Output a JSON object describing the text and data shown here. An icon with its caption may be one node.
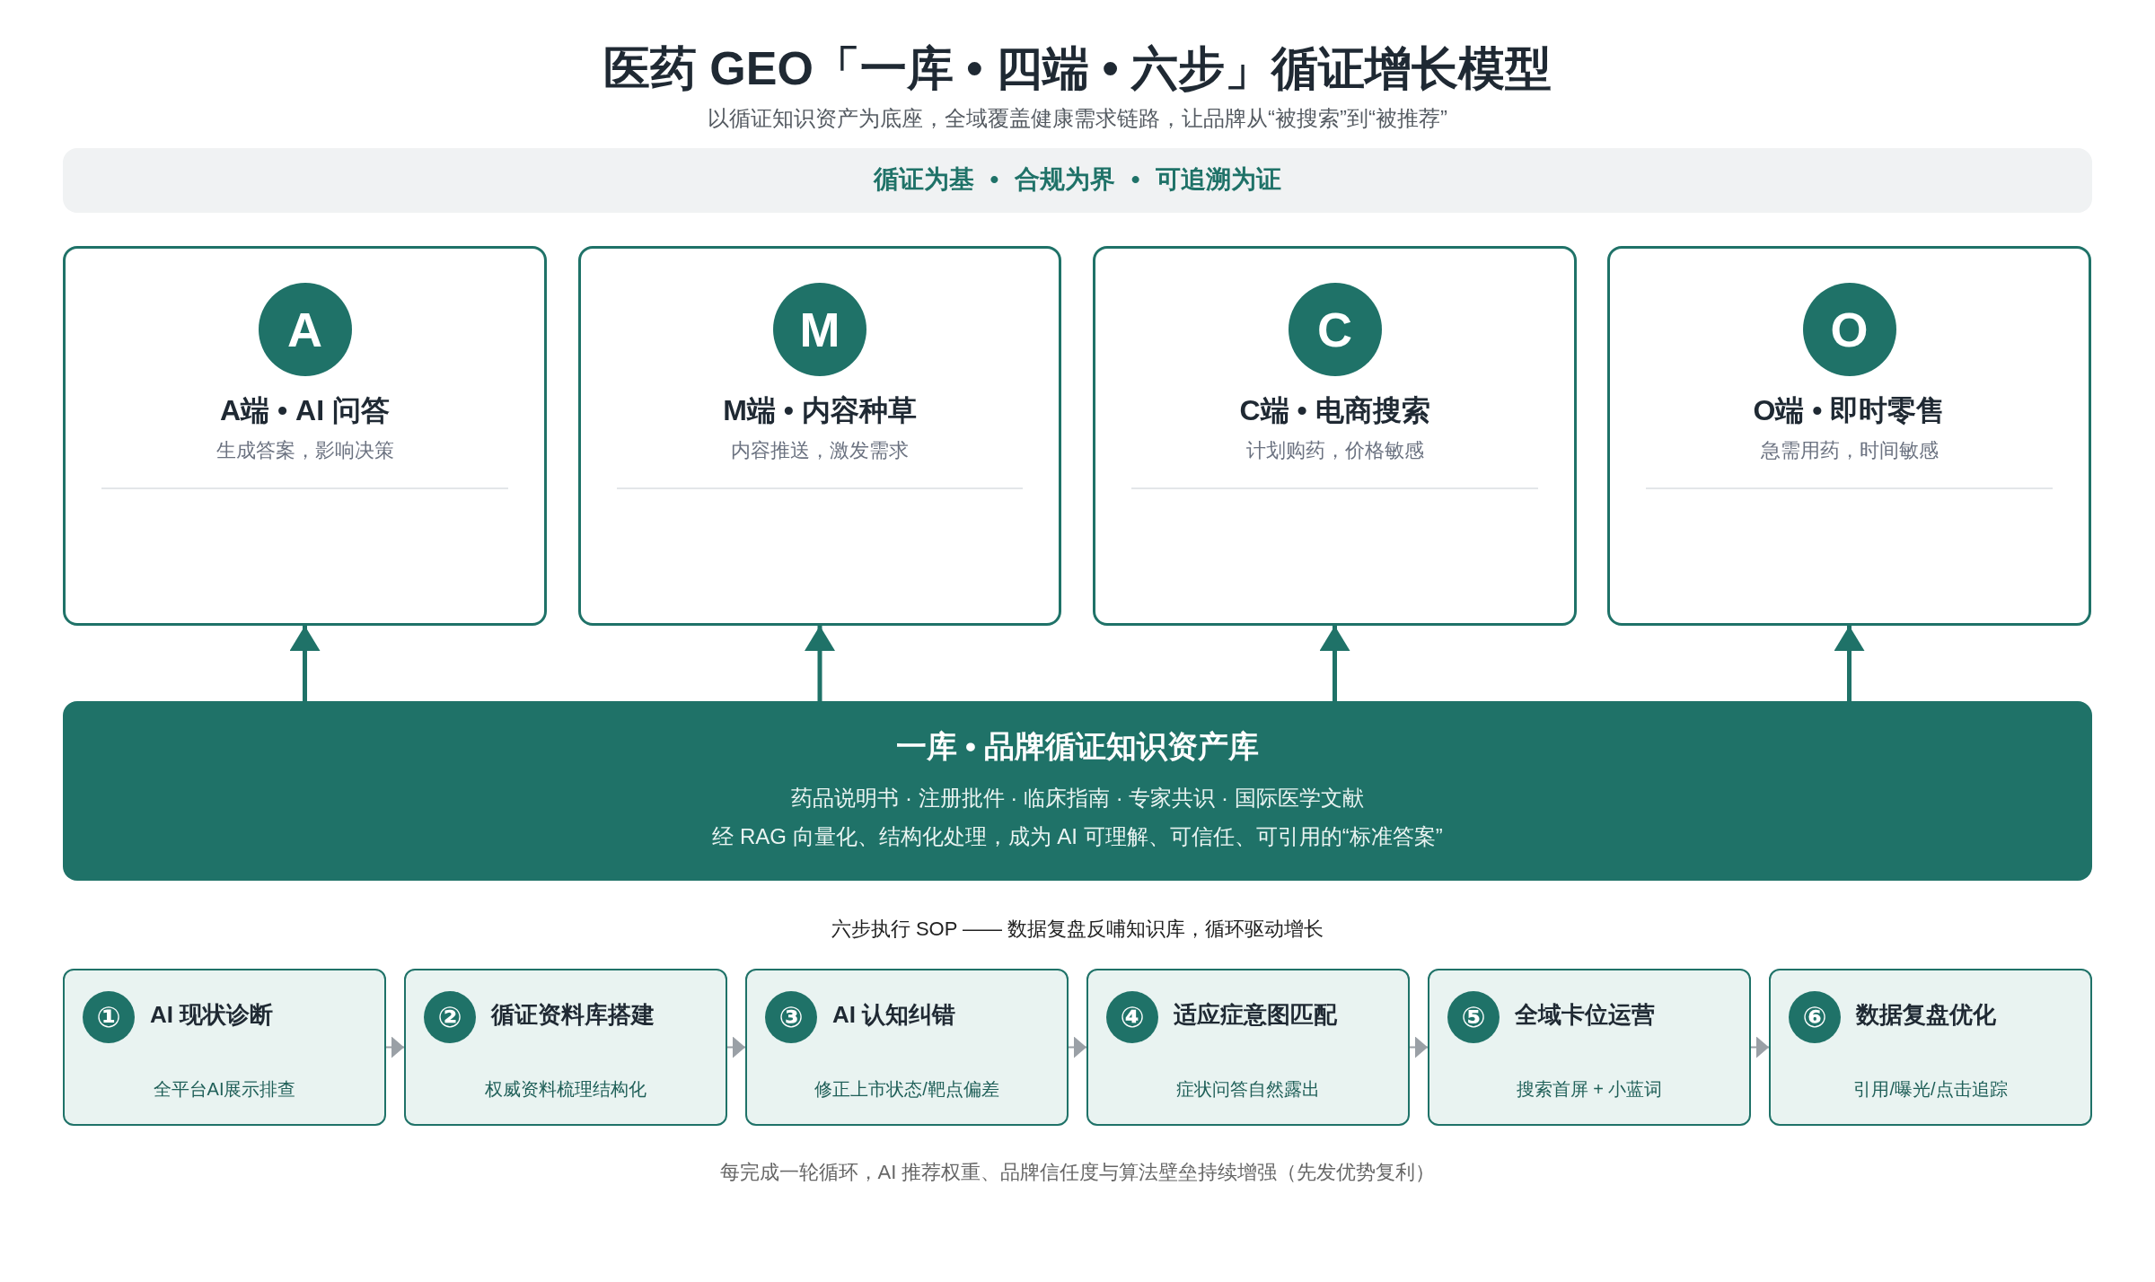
{
  "diagram": {
    "title": "医药 GEO「一库 • 四端 • 六步」循证增长模型",
    "nodes": [
      {
        "text": [
          "循证为基 • 合规为界 • 可追溯为证"
        ]
      },
      {
        "text": [
          "A",
          "A端 • AI 问答",
          "生成答案，影响决策"
        ]
      },
      {
        "text": [
          "M",
          "M端 • 内容种草",
          "内容推送，激发需求"
        ]
      },
      {
        "text": [
          "C",
          "C端 • 电商搜索",
          "计划购药，价格敏感"
        ]
      },
      {
        "text": [
          "O",
          "O端 • 即时零售",
          "急需用药，时间敏感"
        ]
      },
      {
        "text": [
          "一库 • 品牌循证知识资产库",
          "药品说明书 · 注册批件 · 临床指南 · 专家共识 · 国际医学文献",
          "经 RAG 向量化、结构化处理，成为 AI 可理解、可信任、可引用的“标准答案”"
        ]
      },
      {
        "text": [
          "①",
          "AI 现状诊断",
          "全平台AI展示排查"
        ]
      },
      {
        "text": [
          "②",
          "循证资料库搭建",
          "权威资料梳理结构化"
        ]
      },
      {
        "text": [
          "③",
          "AI 认知纠错",
          "修正上市状态/靶点偏差"
        ]
      },
      {
        "text": [
          "④",
          "适应症意图匹配",
          "症状问答自然露出"
        ]
      },
      {
        "text": [
          "⑤",
          "全域卡位运营",
          "搜索首屏 + 小蓝词"
        ]
      },
      {
        "text": [
          "⑥",
          "数据复盘优化",
          "引用/曝光/点击追踪"
        ]
      }
    ],
    "edges": [
      {
        "from": 5,
        "to": 1,
        "arrow": "to",
        "color": "#1f7268"
      },
      {
        "from": 5,
        "to": 2,
        "arrow": "to",
        "color": "#1f7268"
      },
      {
        "from": 5,
        "to": 3,
        "arrow": "to",
        "color": "#1f7268"
      },
      {
        "from": 5,
        "to": 4,
        "arrow": "to",
        "color": "#1f7268"
      },
      {
        "from": 6,
        "to": 7,
        "arrow": "to"
      },
      {
        "from": 7,
        "to": 8,
        "arrow": "to"
      },
      {
        "from": 8,
        "to": 9,
        "arrow": "to"
      },
      {
        "from": 9,
        "to": 10,
        "arrow": "to"
      },
      {
        "from": 10,
        "to": 11,
        "arrow": "to"
      }
    ],
    "labels": [
      "以循证知识资产为底座，全域覆盖健康需求链路，让品牌从“被搜索”到“被推荐”",
      "六步执行 SOP —— 数据复盘反哺知识库，循环驱动增长",
      "每完成一轮循环，AI 推荐权重、品牌信任度与算法壁垒持续增强（先发优势复利）"
    ]
  }
}
